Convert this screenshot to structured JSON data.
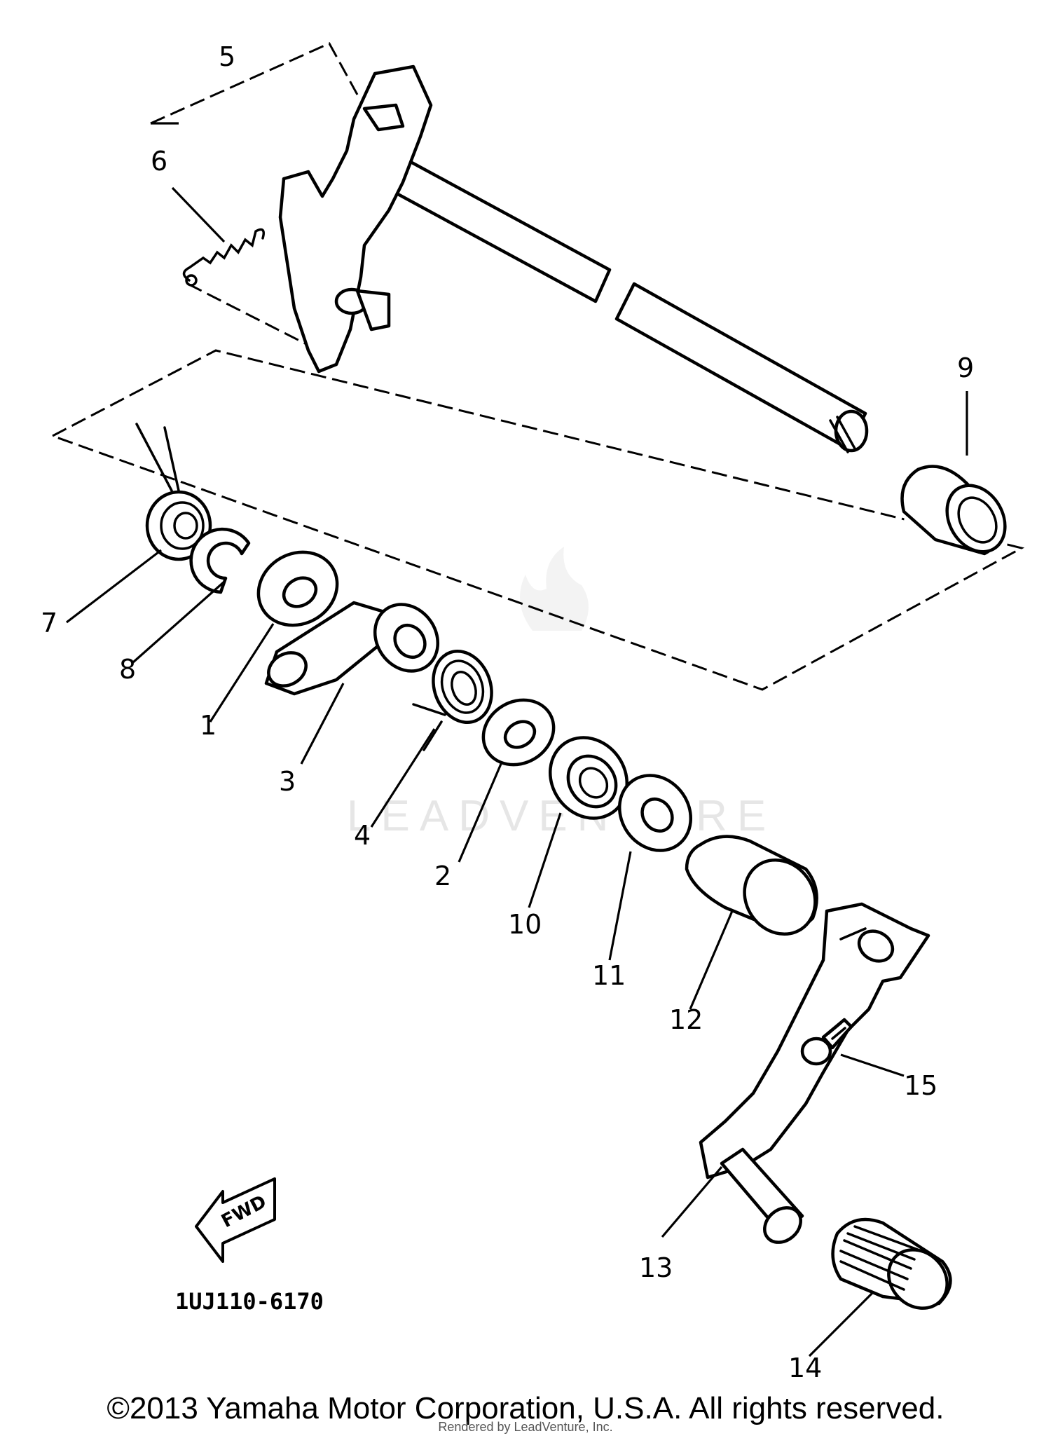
{
  "diagram": {
    "part_labels": {
      "p1": "1",
      "p2": "2",
      "p3": "3",
      "p4": "4",
      "p5": "5",
      "p6": "6",
      "p7": "7",
      "p8": "8",
      "p9": "9",
      "p10": "10",
      "p11": "11",
      "p12": "12",
      "p13": "13",
      "p14": "14",
      "p15": "15"
    },
    "diagram_code": "1UJ110-6170",
    "fwd_arrow_text": "FWD",
    "watermark": "LEADVENTURE"
  },
  "footer": {
    "copyright": "©2013 Yamaha Motor Corporation, U.S.A. All rights reserved.",
    "rendered_by": "Rendered by LeadVenture, Inc."
  }
}
